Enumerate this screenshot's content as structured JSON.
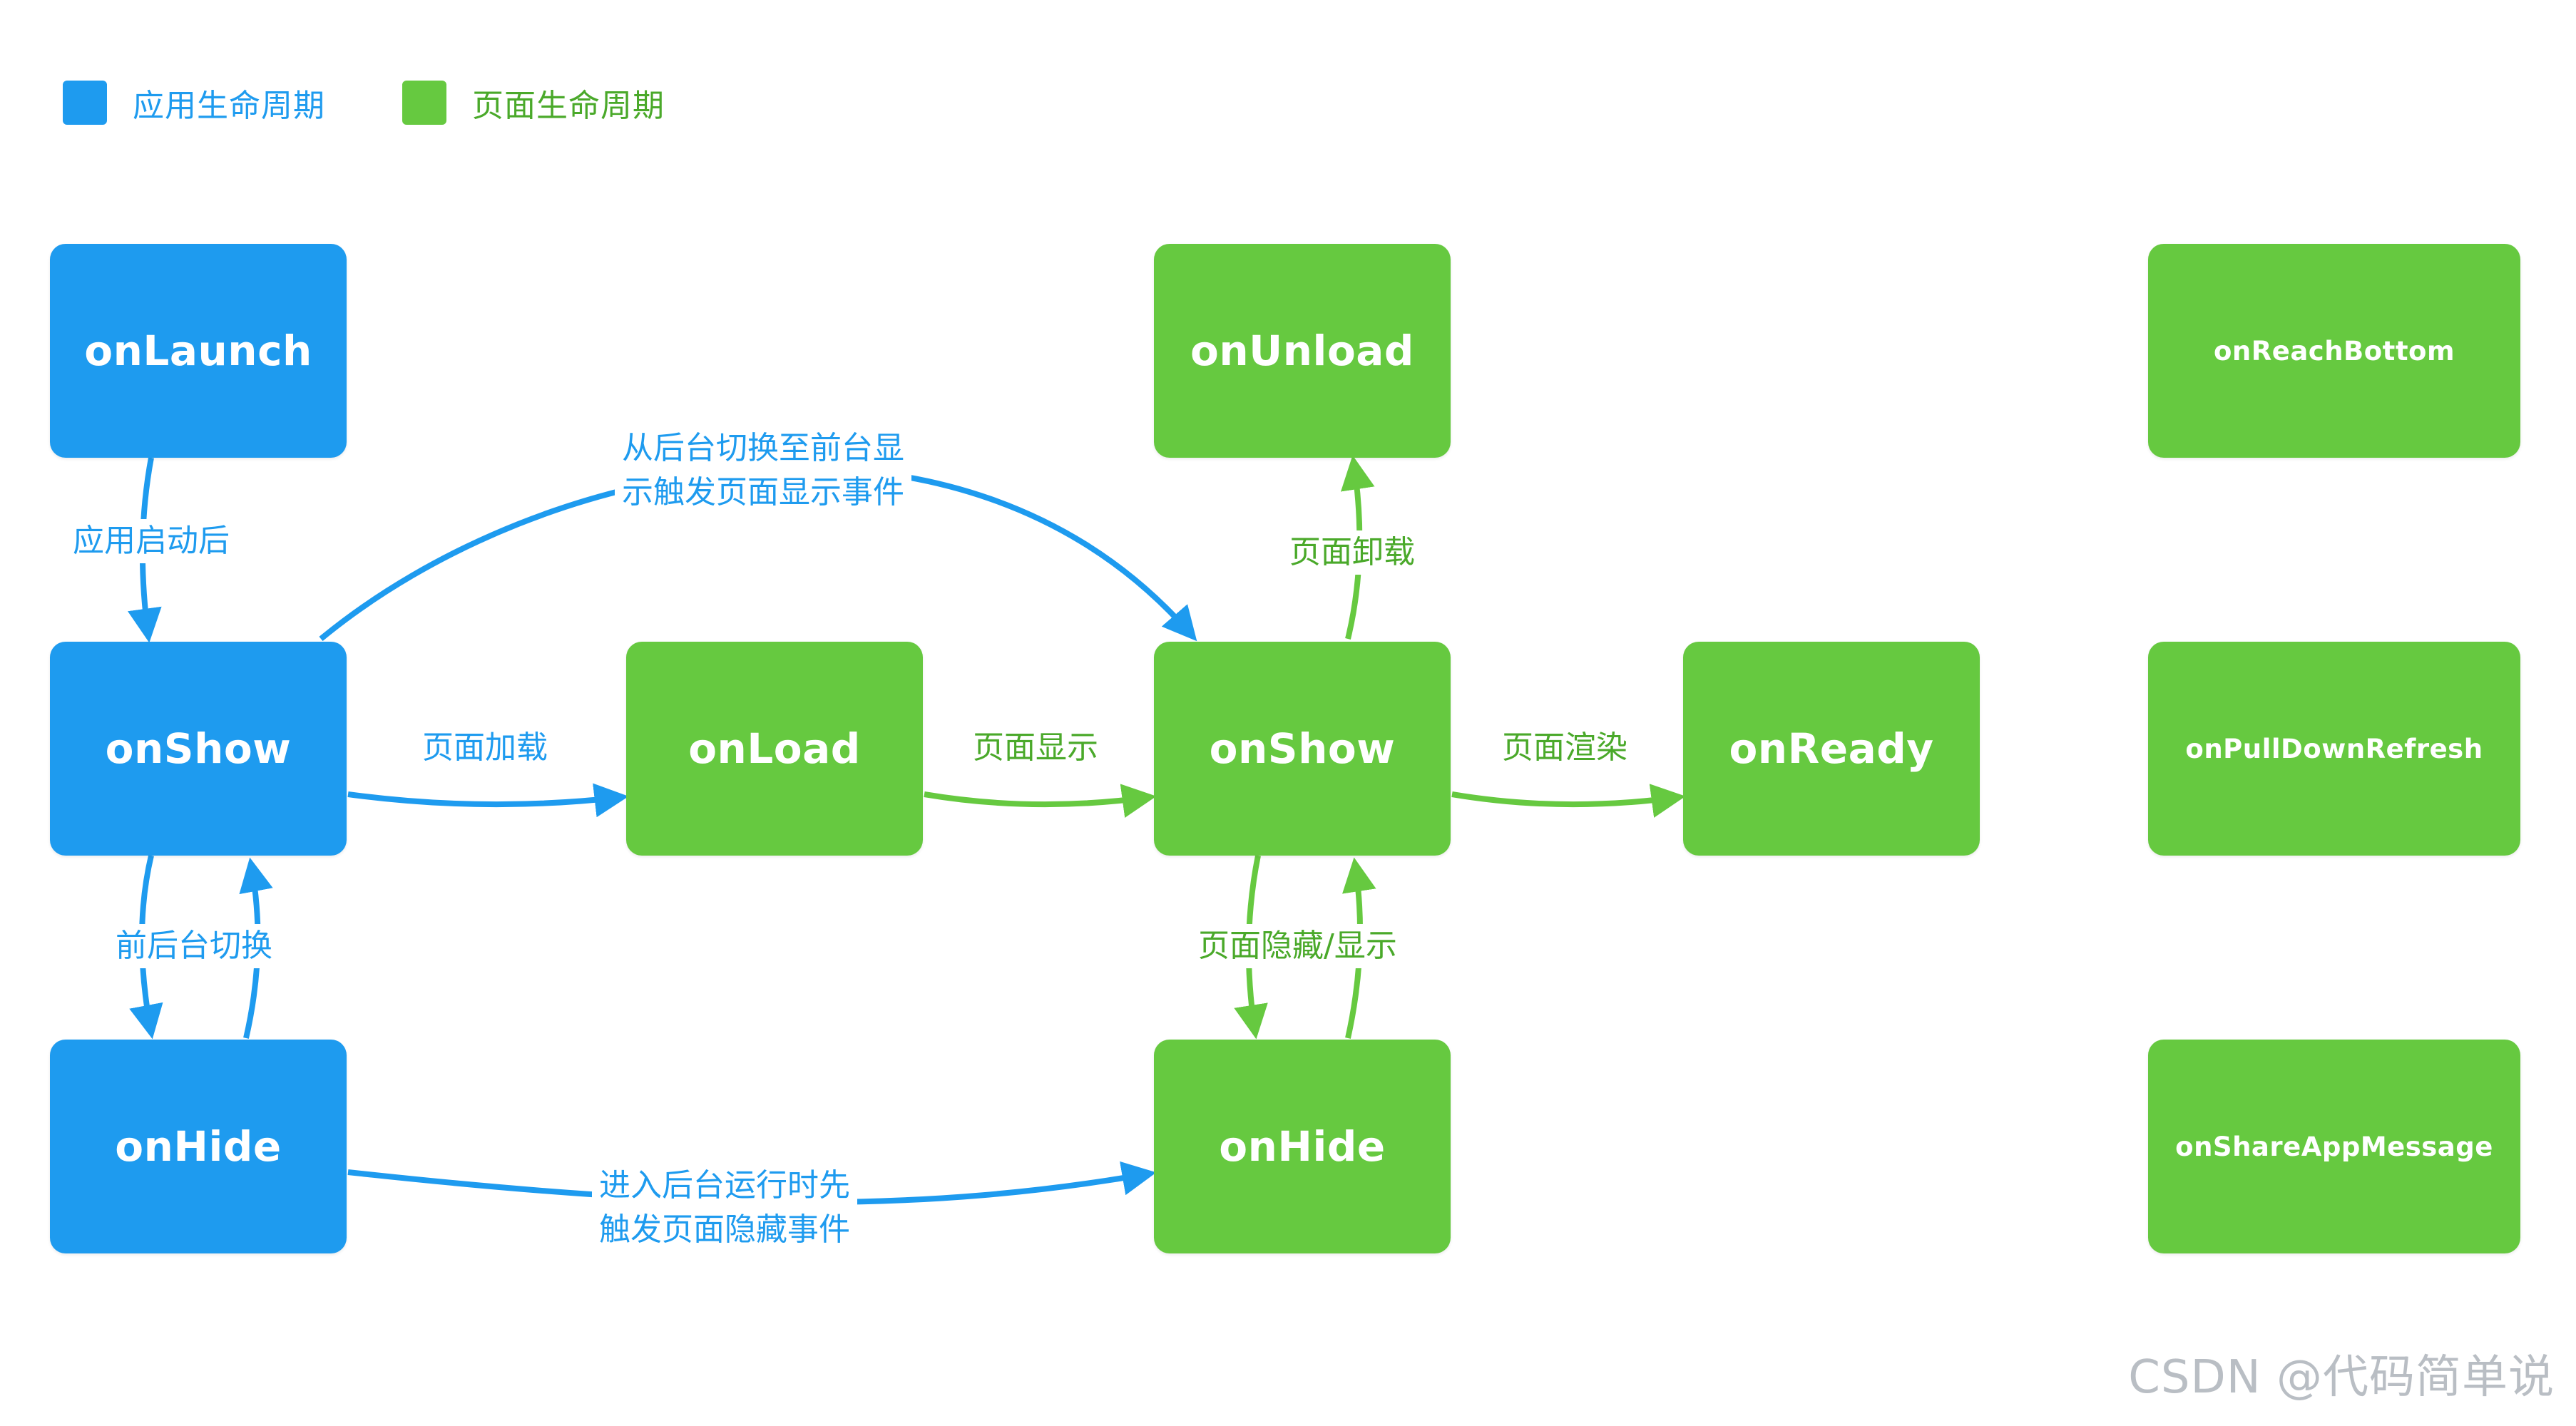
{
  "colors": {
    "app": "#1e9bef",
    "page": "#66c940",
    "page_text": "#4aa92a"
  },
  "legend": {
    "app": "应用生命周期",
    "page": "页面生命周期"
  },
  "nodes": {
    "app_onlaunch": "onLaunch",
    "app_onshow": "onShow",
    "app_onhide": "onHide",
    "page_onload": "onLoad",
    "page_onshow": "onShow",
    "page_onunload": "onUnload",
    "page_onhide": "onHide",
    "page_onready": "onReady",
    "page_onreachbottom": "onReachBottom",
    "page_onpulldownrefresh": "onPullDownRefresh",
    "page_onshareappmessage": "onShareAppMessage"
  },
  "edges": {
    "after_launch": "应用启动后",
    "switch_fg_bg": "前后台切换",
    "page_load": "页面加载",
    "page_show": "页面显示",
    "page_render": "页面渲染",
    "page_unload": "页面卸载",
    "page_hide_show": "页面隐藏/显示",
    "bg_to_fg_line1": "从后台切换至前台显",
    "bg_to_fg_line2": "示触发页面显示事件",
    "enter_bg_line1": "进入后台运行时先",
    "enter_bg_line2": "触发页面隐藏事件"
  },
  "watermark": "CSDN @代码简单说"
}
